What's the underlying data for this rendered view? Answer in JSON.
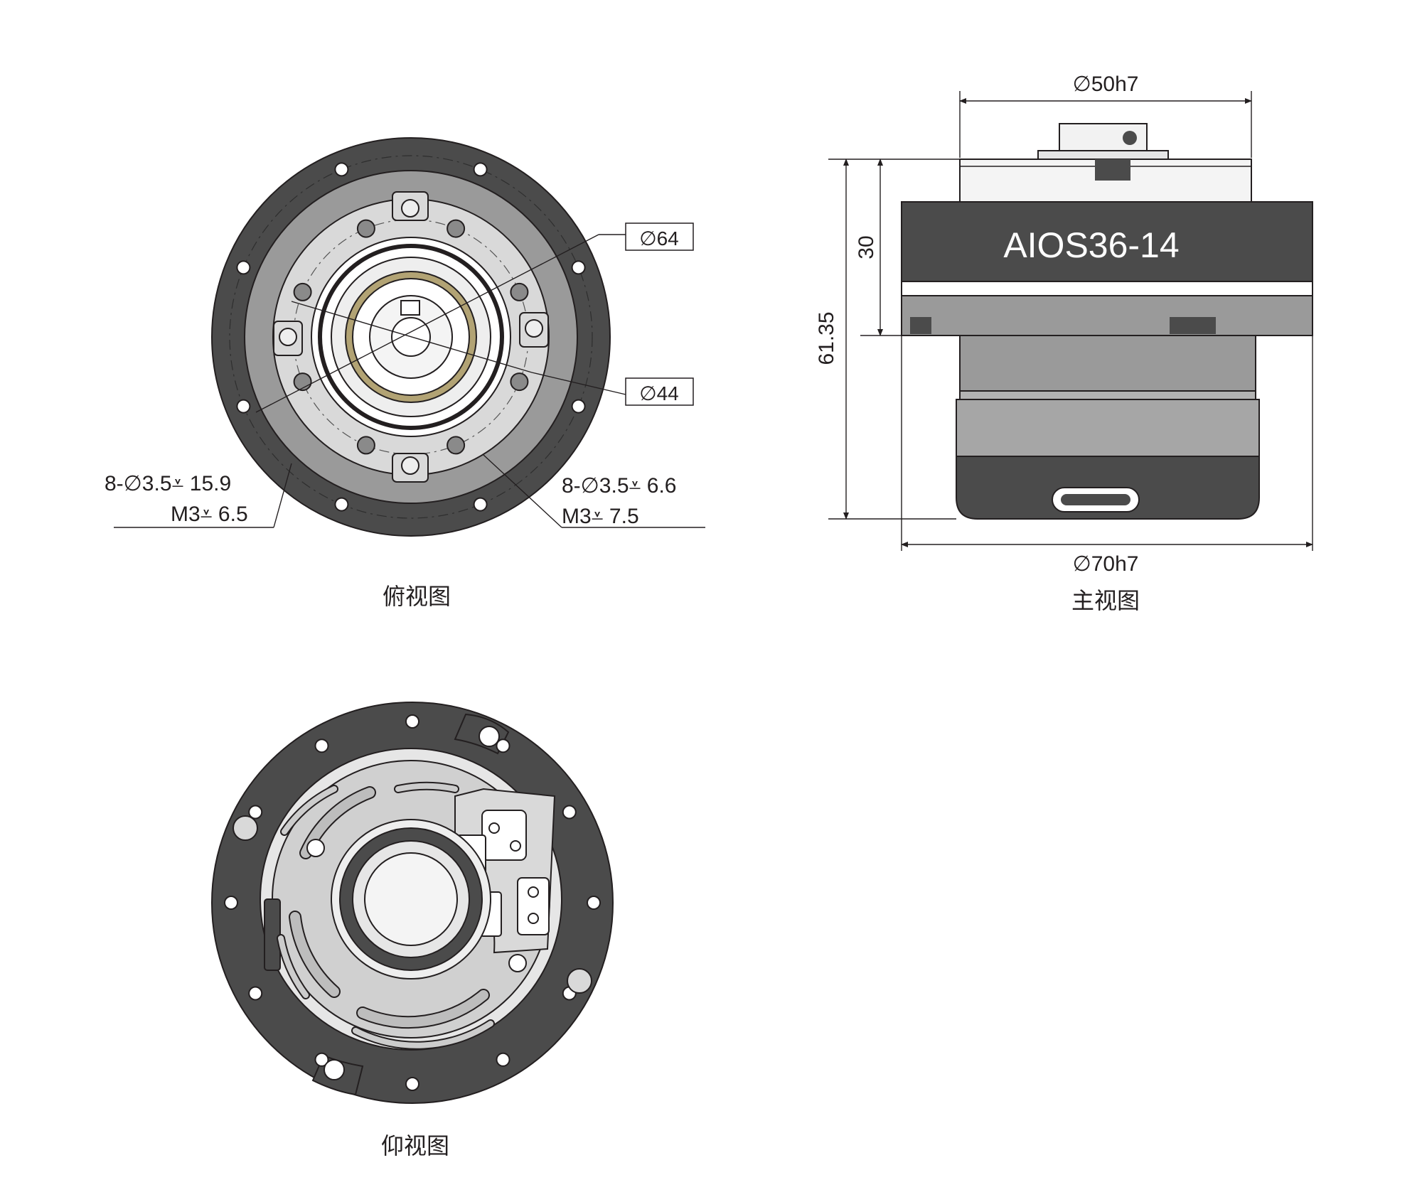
{
  "model_label": "AIOS36-14",
  "captions": {
    "top_view": "俯视图",
    "front_view": "主视图",
    "bottom_view": "仰视图"
  },
  "top_view": {
    "dia_outer": "∅64",
    "dia_inner": "∅44",
    "note_left_line1": "8-∅3.5⩡  15.9",
    "note_left_line2": "M3⩡  6.5",
    "note_right_line1": "8-∅3.5⩡ 6.6",
    "note_right_line2": "M3⩡  7.5"
  },
  "front_view": {
    "dia_top": "∅50h7",
    "dia_bottom": "∅70h7",
    "height_30": "30",
    "height_total": "61.35"
  },
  "colors": {
    "dark_housing": "#4b4b4b",
    "mid_gray": "#9a9a9a",
    "light_gray": "#d9d9d9",
    "brass": "#b2a374",
    "line": "#231f20"
  }
}
